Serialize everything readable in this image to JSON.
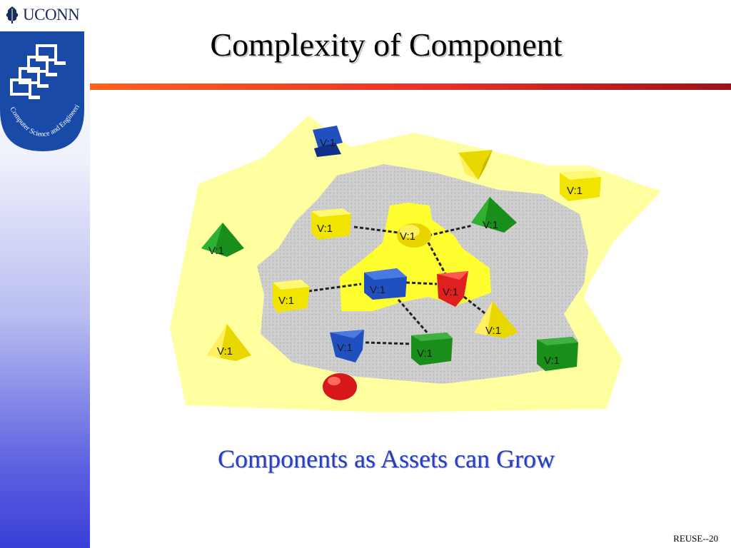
{
  "brand": {
    "name": "UCONN",
    "seal_text": "Computer Science and Engineering"
  },
  "slide": {
    "title": "Complexity of Component",
    "caption": "Components as Assets can Grow",
    "number": "REUSE--20"
  },
  "diagram": {
    "node_label": "V:1",
    "colors": {
      "blue": "#1a4ec8",
      "yellow": "#ffee00",
      "green": "#1a9a1a",
      "red": "#e02020",
      "outer_region": "#ffffa0",
      "middle_region": "#c8c8c8",
      "inner_region": "#ffff30"
    }
  }
}
